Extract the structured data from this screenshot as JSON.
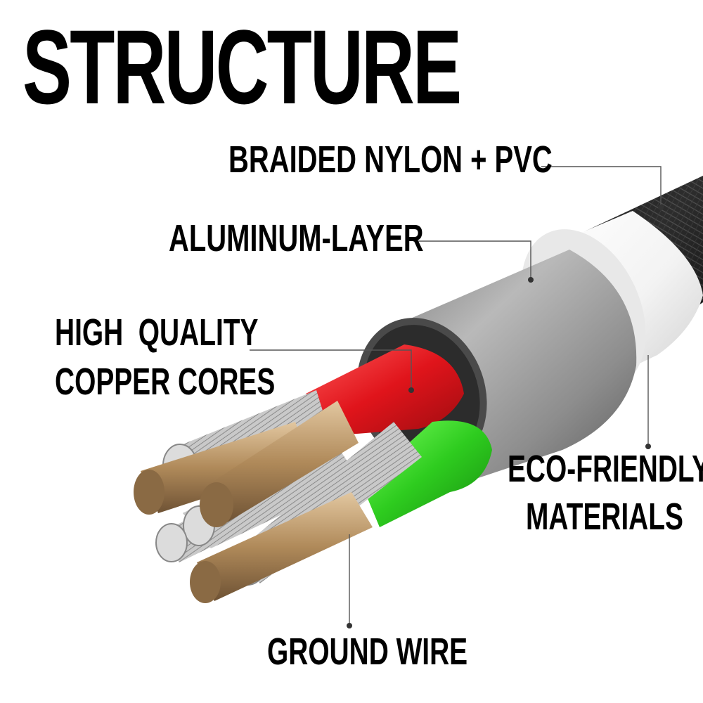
{
  "title": "STRUCTURE",
  "labels": {
    "braided": "BRAIDED NYLON + PVC",
    "aluminum": "ALUMINUM-LAYER",
    "copper_line1": "HIGH  QUALITY",
    "copper_line2": "COPPER CORES",
    "eco_line1": "ECO-FRIENDLY",
    "eco_line2": "MATERIALS",
    "ground": "GROUND WIRE"
  },
  "colors": {
    "red_insulation": "#e0141b",
    "green_insulation": "#2ecc1f",
    "copper": "#b08a5a",
    "aluminum": "#9a9a9a",
    "white_layer": "#f2f2f2",
    "braid": "#2a2a2a",
    "leader_line": "#555555"
  }
}
